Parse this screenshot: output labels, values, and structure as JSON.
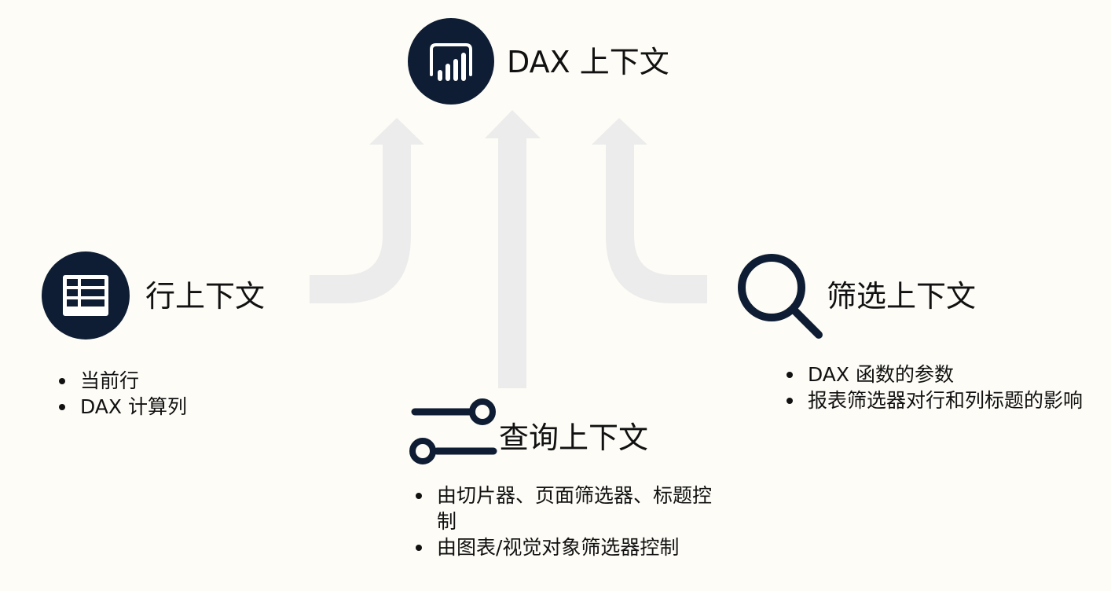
{
  "center": {
    "title": "DAX 上下文",
    "icon": "report-chart-icon"
  },
  "left": {
    "title": "行上下文",
    "icon": "table-grid-icon",
    "items": [
      "当前行",
      "DAX 计算列"
    ]
  },
  "bottom": {
    "title": "查询上下文",
    "icon": "slider-toggle-icon",
    "items": [
      "由切片器、页面筛选器、标题控制",
      "由图表/视觉对象筛选器控制"
    ]
  },
  "right": {
    "title": "筛选上下文",
    "icon": "search-magnifier-icon",
    "items": [
      "DAX 函数的参数",
      "报表筛选器对行和列标题的影响"
    ]
  },
  "colors": {
    "icon_bg": "#0e1d33",
    "arrow": "#ececec",
    "background": "#fdfcf6"
  }
}
